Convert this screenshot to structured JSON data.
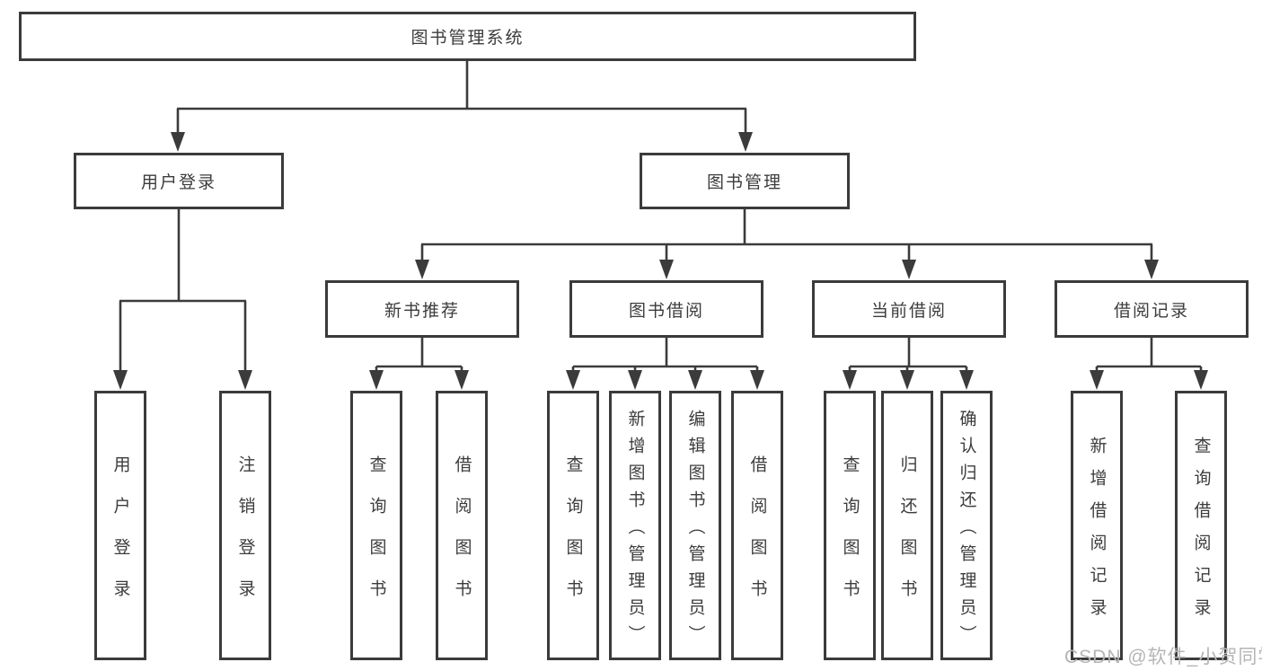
{
  "diagram": {
    "root": {
      "label": "图书管理系统"
    },
    "level1": [
      {
        "label": "用户登录"
      },
      {
        "label": "图书管理"
      }
    ],
    "level2": [
      {
        "label": "新书推荐"
      },
      {
        "label": "图书借阅"
      },
      {
        "label": "当前借阅"
      },
      {
        "label": "借阅记录"
      }
    ],
    "leaves": {
      "user_login": [
        {
          "label": "用户登录"
        },
        {
          "label": "注销登录"
        }
      ],
      "new_books": [
        {
          "label": "查询图书"
        },
        {
          "label": "借阅图书"
        }
      ],
      "book_borrow": [
        {
          "label": "查询图书"
        },
        {
          "label": "新增图书（管理员）"
        },
        {
          "label": "编辑图书（管理员）"
        },
        {
          "label": "借阅图书"
        }
      ],
      "current_borrow": [
        {
          "label": "查询图书"
        },
        {
          "label": "归还图书"
        },
        {
          "label": "确认归还（管理员）"
        }
      ],
      "borrow_records": [
        {
          "label": "新增借阅记录"
        },
        {
          "label": "查询借阅记录"
        }
      ]
    }
  },
  "watermark": {
    "text": "CSDN @软件_小贺同学"
  },
  "colors": {
    "line": "#3b3b3b",
    "text": "#3c3c3c",
    "background": "#ffffff",
    "watermark": "#b5b5b5"
  }
}
